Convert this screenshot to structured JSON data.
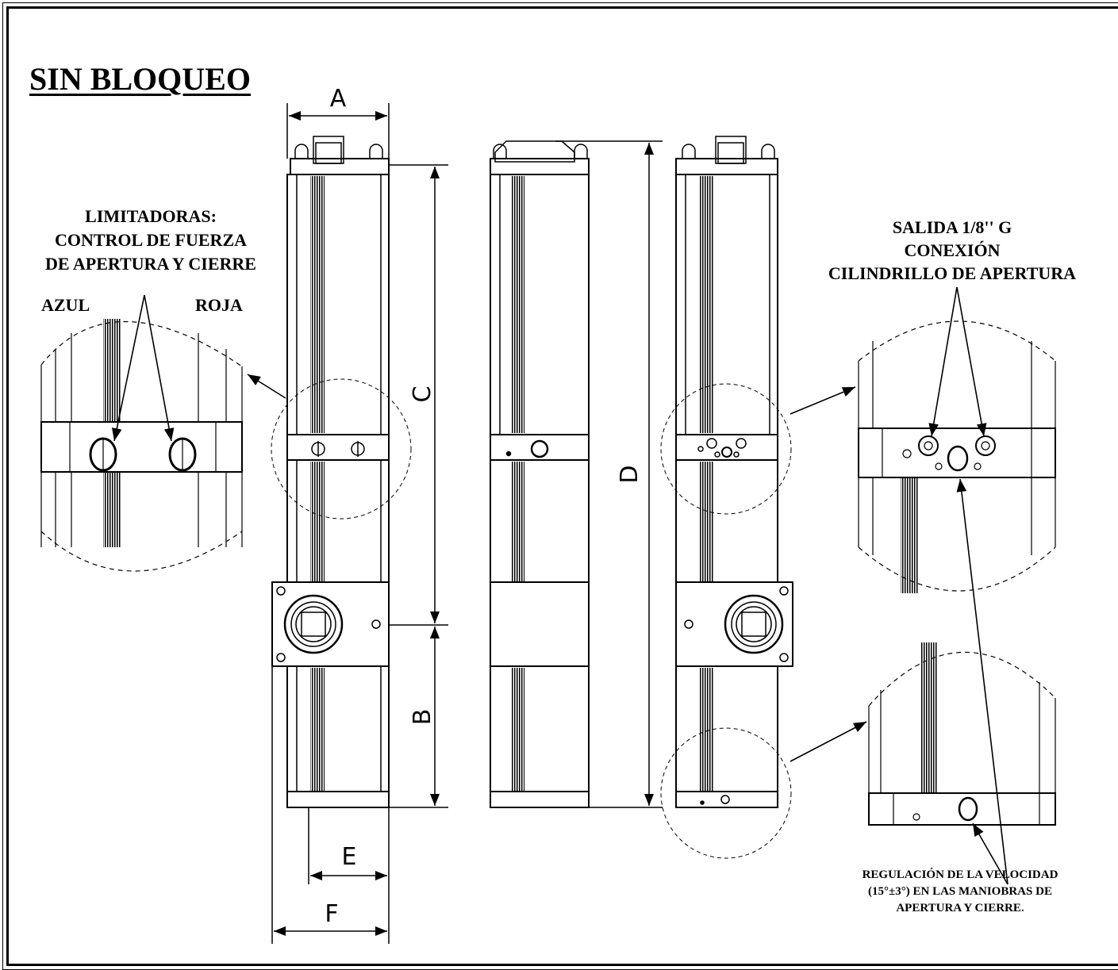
{
  "title": "SIN BLOQUEO",
  "dimensions": [
    "A",
    "B",
    "C",
    "D",
    "E",
    "F"
  ],
  "callouts": {
    "limitadoras": [
      "LIMITADORAS:",
      "CONTROL DE FUERZA",
      "DE APERTURA Y CIERRE"
    ],
    "azul": "AZUL",
    "roja": "ROJA",
    "salida": [
      "SALIDA 1/8'' G",
      "CONEXIÓN",
      "CILINDRILLO DE APERTURA"
    ],
    "regulacion": [
      "REGULACIÓN DE LA VELOCIDAD",
      "(15°±3°) EN LAS MANIOBRAS DE",
      "APERTURA Y CIERRE."
    ]
  }
}
